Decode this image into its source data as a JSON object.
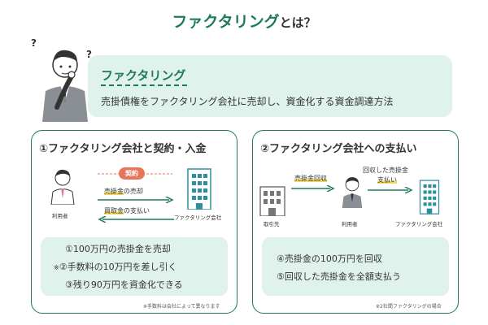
{
  "header": {
    "title_main": "ファクタリング",
    "title_rest": "とは？"
  },
  "definition": {
    "term": "ファクタリング",
    "description": "売掛債権をファクタリング会社に売却し、資金化する資金調達方法"
  },
  "panel1": {
    "title": "①ファクタリング会社と契約・入金",
    "badge": "契約",
    "arrow_top_label_hl": "売掛金",
    "arrow_top_label_rest": "の売却",
    "arrow_bottom_label_hl": "買取金",
    "arrow_bottom_label_rest": "の支払い",
    "user_label": "利用者",
    "company_label": "ファクタリング会社",
    "steps": [
      {
        "prefix": "",
        "text": "①100万円の売掛金を売却"
      },
      {
        "prefix": "※",
        "text": "②手数料の10万円を差し引く"
      },
      {
        "prefix": "",
        "text": "③残り90万円を資金化できる"
      }
    ],
    "note": "※手数料は会社によって異なります"
  },
  "panel2": {
    "title": "②ファクタリング会社への支払い",
    "arrow1_label_hl": "売掛金回収",
    "arrow2_label_line1": "回収した売掛金",
    "arrow2_label_line2_hl": "支払い",
    "client_label": "取引先",
    "user_label": "利用者",
    "company_label": "ファクタリング会社",
    "steps": [
      {
        "text": "④売掛金の100万円を回収"
      },
      {
        "text": "⑤回収した売掛金を全額支払う"
      }
    ],
    "note": "※2社間ファクタリングの場合"
  },
  "icons": {
    "question": "?"
  },
  "colors": {
    "accent": "#1f7a5a",
    "light_bg": "#dff2ec",
    "badge": "#e8745a",
    "highlight": "#f5d95a",
    "building": "#2d8f9e"
  }
}
